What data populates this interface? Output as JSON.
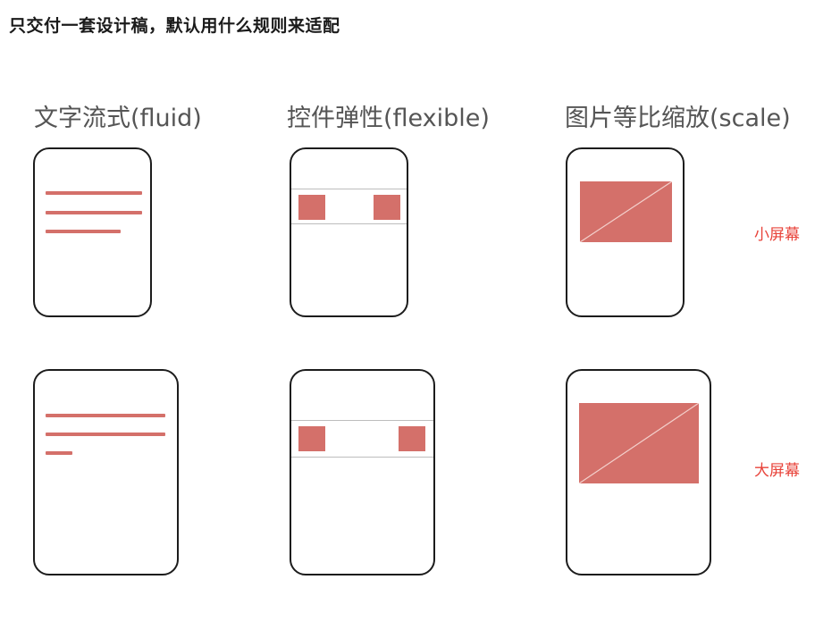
{
  "heading": "只交付一套设计稿，默认用什么规则来适配",
  "columns": [
    {
      "title": "文字流式(fluid)"
    },
    {
      "title": "控件弹性(flexible)"
    },
    {
      "title": "图片等比缩放(scale)"
    }
  ],
  "rows": [
    {
      "label": "小屏幕"
    },
    {
      "label": "大屏幕"
    }
  ],
  "colors": {
    "accent": "#d4706a",
    "label": "#e8433a",
    "phone_border": "#1c1c1c",
    "band_border": "#bdbdbd"
  }
}
